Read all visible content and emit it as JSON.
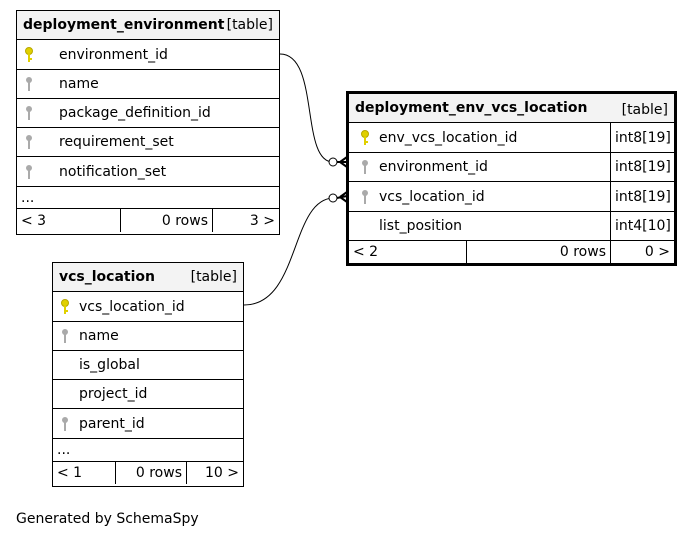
{
  "tables": {
    "deployment_environment": {
      "name": "deployment_environment",
      "kind": "[table]",
      "columns": [
        {
          "name": "environment_id",
          "key": "primary"
        },
        {
          "name": "name",
          "key": "index"
        },
        {
          "name": "package_definition_id",
          "key": "index"
        },
        {
          "name": "requirement_set",
          "key": "index"
        },
        {
          "name": "notification_set",
          "key": "index"
        }
      ],
      "ellipsis": "...",
      "footer": {
        "parents": "< 3",
        "rows": "0 rows",
        "children": "3 >"
      }
    },
    "deployment_env_vcs_location": {
      "name": "deployment_env_vcs_location",
      "kind": "[table]",
      "columns": [
        {
          "name": "env_vcs_location_id",
          "key": "primary",
          "type": "int8[19]"
        },
        {
          "name": "environment_id",
          "key": "index",
          "type": "int8[19]"
        },
        {
          "name": "vcs_location_id",
          "key": "index",
          "type": "int8[19]"
        },
        {
          "name": "list_position",
          "key": "none",
          "type": "int4[10]"
        }
      ],
      "footer": {
        "parents": "< 2",
        "rows": "0 rows",
        "children": "0 >"
      }
    },
    "vcs_location": {
      "name": "vcs_location",
      "kind": "[table]",
      "columns": [
        {
          "name": "vcs_location_id",
          "key": "primary"
        },
        {
          "name": "name",
          "key": "index"
        },
        {
          "name": "is_global",
          "key": "none"
        },
        {
          "name": "project_id",
          "key": "none"
        },
        {
          "name": "parent_id",
          "key": "index"
        }
      ],
      "ellipsis": "...",
      "footer": {
        "parents": "< 1",
        "rows": "0 rows",
        "children": "10 >"
      }
    }
  },
  "relationships": [
    {
      "from": "deployment_environment.environment_id",
      "to": "deployment_env_vcs_location.environment_id"
    },
    {
      "from": "vcs_location.vcs_location_id",
      "to": "deployment_env_vcs_location.vcs_location_id"
    }
  ],
  "colors": {
    "primary_key": "#e0d000",
    "index_key": "#aaaaaa",
    "header_bg": "#f3f3f3"
  },
  "footer_text": "Generated by SchemaSpy"
}
